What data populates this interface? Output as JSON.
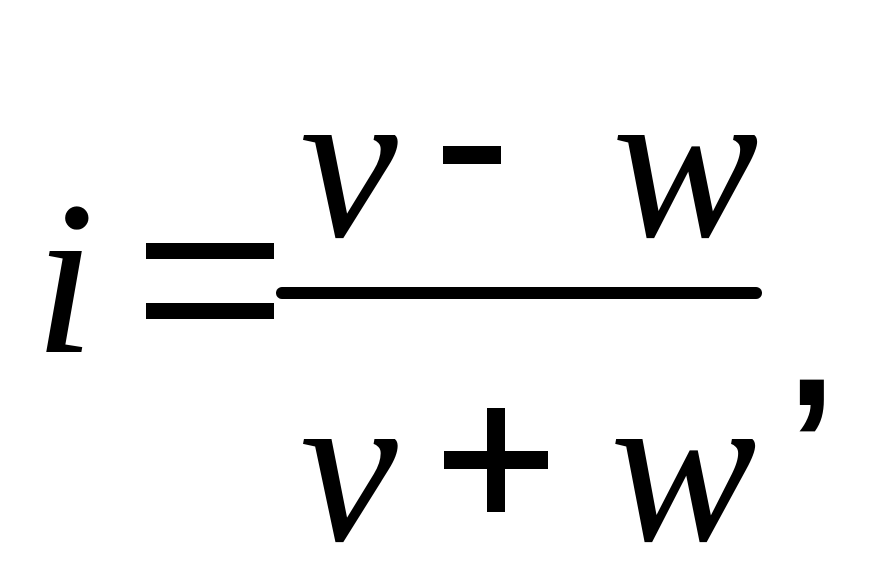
{
  "formula": {
    "lhs": "i",
    "equals": "=",
    "numerator": {
      "left": "v",
      "operator": "-",
      "right": "w"
    },
    "denominator": {
      "left": "v",
      "operator": "+",
      "right": "w"
    },
    "trailing": ","
  },
  "colors": {
    "ink": "#000000",
    "background": "#ffffff"
  }
}
